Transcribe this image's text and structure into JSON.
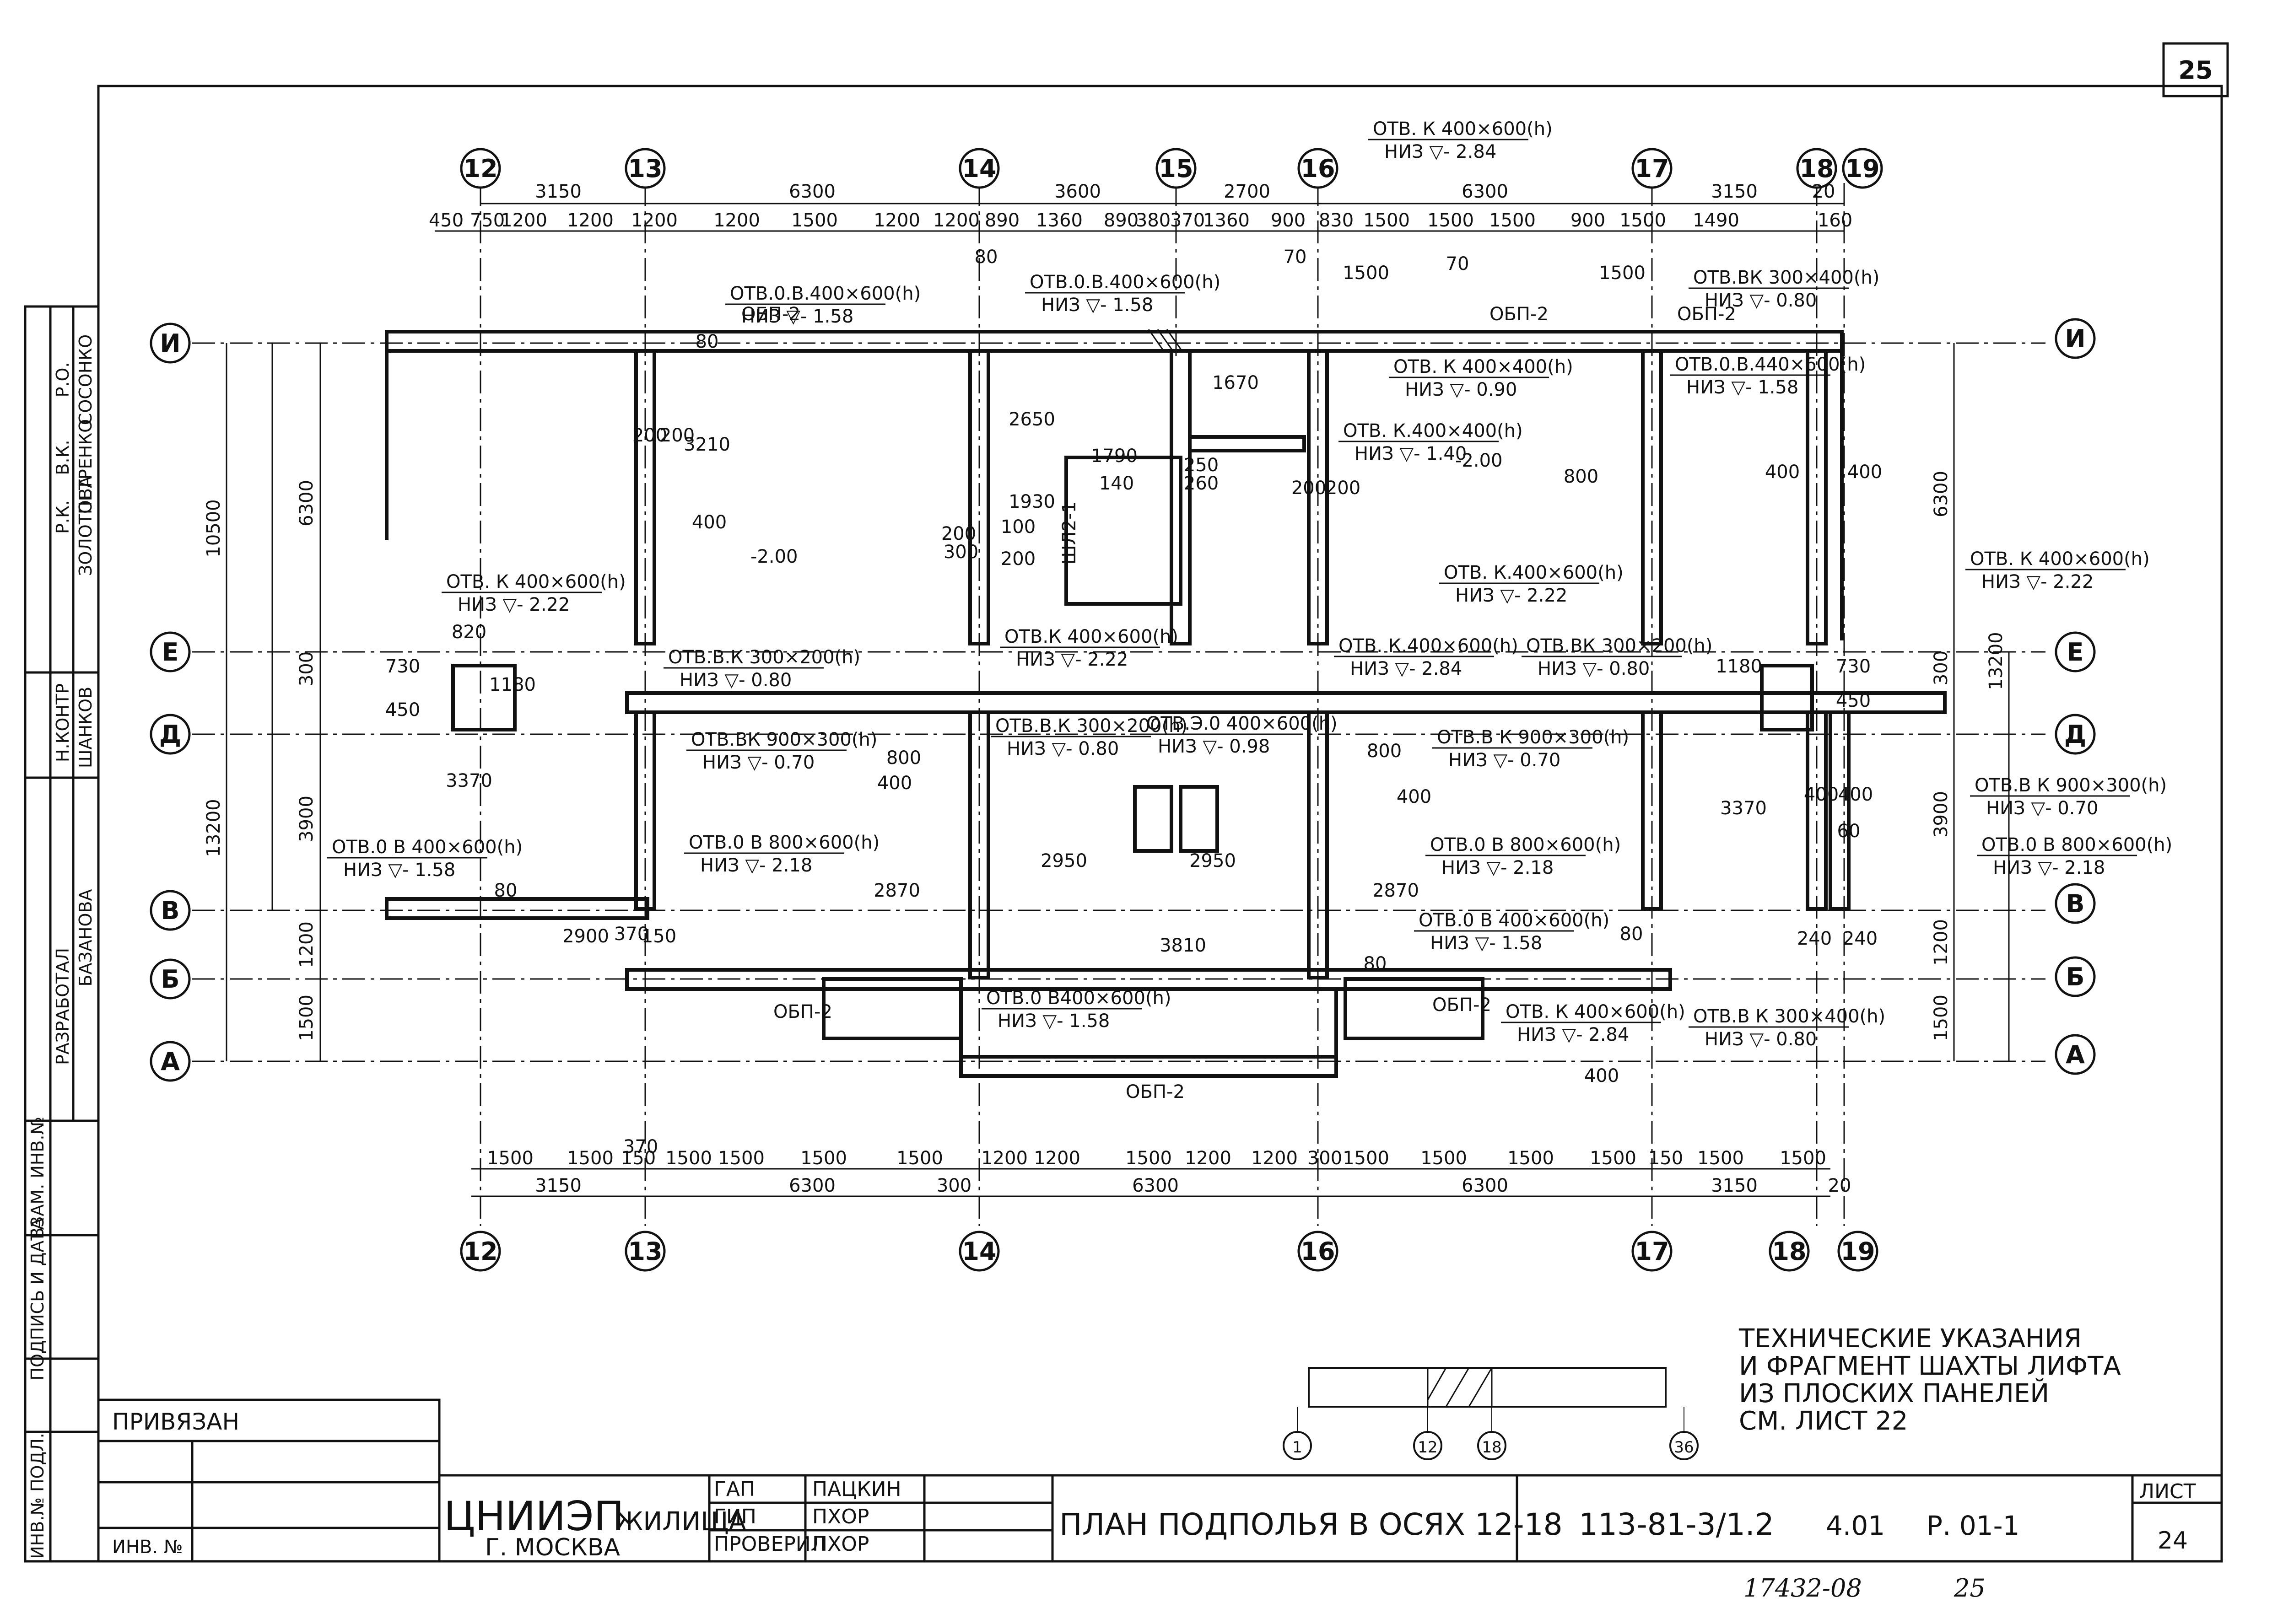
{
  "sheet": {
    "sheet_corner_number": "25",
    "handwritten_bottom": "17432-08",
    "handwritten_page": "25"
  },
  "axes": {
    "columns_top": [
      "12",
      "13",
      "14",
      "15",
      "16",
      "17",
      "18",
      "19"
    ],
    "columns_bottom": [
      "12",
      "13",
      "14",
      "16",
      "17",
      "18",
      "19"
    ],
    "rows_left": [
      "И",
      "Е",
      "Д",
      "В",
      "Б",
      "А"
    ],
    "rows_right": [
      "И",
      "Е",
      "Д",
      "В",
      "Б",
      "А"
    ]
  },
  "dimensions": {
    "top_axis": [
      "3150",
      "6300",
      "3600",
      "2700",
      "6300",
      "3150",
      "20"
    ],
    "top_detail": [
      "450",
      "750",
      "1200",
      "1200",
      "1200",
      "1200",
      "1500",
      "1200",
      "1200",
      "890",
      "1360",
      "890",
      "380",
      "370",
      "1360",
      "900",
      "830",
      "1500",
      "1500",
      "1500",
      "900",
      "1500",
      "1490",
      "160"
    ],
    "bottom_detail": [
      "1500",
      "1500",
      "150",
      "1500",
      "1500",
      "1500",
      "1500",
      "1200",
      "1200",
      "1500",
      "1200",
      "1200",
      "300",
      "1500",
      "1500",
      "1500",
      "1500",
      "150",
      "1500",
      "1500"
    ],
    "bottom_axis": [
      "3150",
      "6300",
      "300",
      "6300",
      "6300",
      "3150",
      "20"
    ],
    "left_outer": [
      "10500",
      "13200"
    ],
    "left_inner": [
      "6300",
      "300",
      "3900",
      "1200",
      "1500"
    ],
    "right_inner": [
      "6300",
      "300",
      "3900",
      "1200",
      "1500"
    ],
    "right_outer": [
      "13200"
    ],
    "interior": [
      "1790",
      "140",
      "260",
      "250",
      "1670",
      "1930",
      "2650",
      "100",
      "200",
      "3210",
      "300",
      "200",
      "1500",
      "1500",
      "70",
      "70",
      "80",
      "80",
      "820",
      "730",
      "1180",
      "450",
      "3370",
      "2950",
      "2950",
      "3810",
      "2870",
      "2870",
      "800",
      "400",
      "400",
      "800",
      "400",
      "800",
      "400",
      "2900",
      "370",
      "370",
      "150",
      "80",
      "80",
      "80",
      "240",
      "240",
      "60",
      "1180",
      "730",
      "450",
      "3370",
      "200",
      "200",
      "200",
      "200",
      "400",
      "400",
      "400",
      "400"
    ]
  },
  "openings": [
    {
      "label": "ОТВ. К 400×600(h)",
      "level": "НИЗ ▽- 2.84"
    },
    {
      "label": "ОТВ.0.В.400×600(h)",
      "level": "НИЗ ▽- 1.58"
    },
    {
      "label": "ОТВ.0.В.400×600(h)",
      "level": "НИЗ ▽- 1.58"
    },
    {
      "label": "ОТВ.ВК 300×400(h)",
      "level": "НИЗ ▽- 0.80"
    },
    {
      "label": "ОТВ. К 400×400(h)",
      "level": "НИЗ ▽- 0.90"
    },
    {
      "label": "ОТВ.0.В.440×600(h)",
      "level": "НИЗ ▽- 1.58"
    },
    {
      "label": "ОТВ. К.400×400(h)",
      "level": "НИЗ ▽- 1.40"
    },
    {
      "label": "ОТВ. К 400×600(h)",
      "level": "НИЗ ▽- 2.22"
    },
    {
      "label": "ОТВ. К.400×600(h)",
      "level": "НИЗ ▽- 2.22"
    },
    {
      "label": "ОТВ. К 400×600(h)",
      "level": "НИЗ ▽- 2.22"
    },
    {
      "label": "ОТВ.В.К 300×200(h)",
      "level": "НИЗ ▽- 0.80"
    },
    {
      "label": "ОТВ.К 400×600(h)",
      "level": "НИЗ ▽- 2.22"
    },
    {
      "label": "ОТВ. К.400×600(h)",
      "level": "НИЗ ▽- 2.84"
    },
    {
      "label": "ОТВ.ВК 300×200(h)",
      "level": "НИЗ ▽- 0.80"
    },
    {
      "label": "ОТВ.В.К 300×200(h)",
      "level": "НИЗ ▽- 0.80"
    },
    {
      "label": "ОТВ.Э.0 400×600(h)",
      "level": "НИЗ ▽- 0.98"
    },
    {
      "label": "ОТВ.ВК 900×300(h)",
      "level": "НИЗ ▽- 0.70"
    },
    {
      "label": "ОТВ.В К 900×300(h)",
      "level": "НИЗ ▽- 0.70"
    },
    {
      "label": "ОТВ.В К 900×300(h)",
      "level": "НИЗ ▽- 0.70"
    },
    {
      "label": "ОТВ.0 В 400×600(h)",
      "level": "НИЗ ▽- 1.58"
    },
    {
      "label": "ОТВ.0 В 800×600(h)",
      "level": "НИЗ ▽- 2.18"
    },
    {
      "label": "ОТВ.0 В 800×600(h)",
      "level": "НИЗ ▽- 2.18"
    },
    {
      "label": "ОТВ.0 В 800×600(h)",
      "level": "НИЗ ▽- 2.18"
    },
    {
      "label": "ОТВ.0 В 400×600(h)",
      "level": "НИЗ ▽- 1.58"
    },
    {
      "label": "ОТВ.0 В400×600(h)",
      "level": "НИЗ ▽- 1.58"
    },
    {
      "label": "ОТВ. К 400×600(h)",
      "level": "НИЗ ▽- 2.84"
    },
    {
      "label": "ОТВ.В К 300×400(h)",
      "level": "НИЗ ▽- 0.80"
    }
  ],
  "marks": {
    "obp": [
      "ОБП-2",
      "ОБП-2",
      "ОБП-2",
      "ОБП-2",
      "ОБП-2",
      "ОБП-2"
    ],
    "shaft": "ШЛ2-1",
    "levels": [
      "-2.00",
      "-2.00"
    ]
  },
  "notes": {
    "line1": "ТЕХНИЧЕСКИЕ УКАЗАНИЯ",
    "line2": "И ФРАГМЕНТ ШАХТЫ ЛИФТА",
    "line3": "ИЗ ПЛОСКИХ ПАНЕЛЕЙ",
    "line4": "СМ. ЛИСТ 22"
  },
  "key_plan": {
    "labels": [
      "1",
      "12",
      "18",
      "36"
    ]
  },
  "stamp": {
    "privyazan": "ПРИВЯЗАН",
    "inv": "ИНВ. №",
    "org": "ЦНИИЭП",
    "org_sub": "ЖИЛИЩА",
    "city": "Г. МОСКВА",
    "roles": [
      {
        "role": "ГАП",
        "name": "ПАЦКИН"
      },
      {
        "role": "ГИП",
        "name": "ПХОР"
      },
      {
        "role": "ПРОВЕРИЛ",
        "name": "ПХОР"
      }
    ],
    "title": "ПЛАН ПОДПОЛЬЯ В ОСЯХ 12-18",
    "code": "113-81-3/1.2",
    "part": "4.01",
    "section": "Р. 01-1",
    "sheet_label": "ЛИСТ",
    "sheet_no": "24"
  },
  "side_stamp": {
    "col1": [
      "ИНВ.№ ПОДЛ.",
      "ПОДПИСЬ И ДАТА",
      "ВЗАМ. ИНВ.№"
    ],
    "roles": [
      "РАЗРАБОТАЛ",
      "Н.КОНТР",
      "",
      "Р.К.",
      "В.К.",
      "Р.О."
    ],
    "names": [
      "БАЗАНОВА",
      "ШАНКОВ",
      "",
      "ЗОЛОТОВА",
      "ПЕТРЕНКО",
      "СОСОНКО"
    ]
  }
}
